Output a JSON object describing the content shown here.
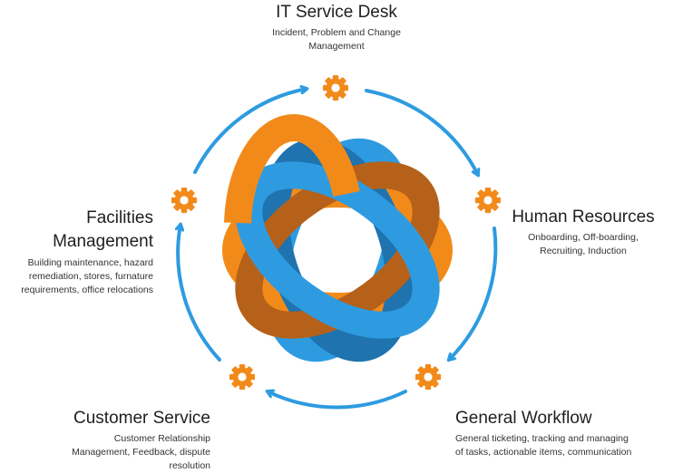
{
  "colors": {
    "accent_blue": "#2E9BE0",
    "accent_blue_dark": "#1F73AE",
    "accent_orange": "#F28A1A",
    "accent_orange_dark": "#B5611A",
    "arrow": "#2E9BE0",
    "gear": "#F28A1A"
  },
  "icons": {
    "gear": "gear-icon",
    "arrow": "curved-arrow",
    "logo": "interlocking-rings-logo"
  },
  "nodes": {
    "it": {
      "title": "IT Service Desk",
      "desc_line1": "Incident, Problem and Change",
      "desc_line2": "Management"
    },
    "hr": {
      "title": "Human Resources",
      "desc_line1": "Onboarding, Off-boarding,",
      "desc_line2": "Recruiting, Induction"
    },
    "gw": {
      "title": "General Workflow",
      "desc_line1": "General ticketing, tracking and managing",
      "desc_line2": "of tasks, actionable items, communication"
    },
    "cs": {
      "title": "Customer Service",
      "desc_line1": "Customer Relationship",
      "desc_line2": "Management, Feedback, dispute",
      "desc_line3": "resolution"
    },
    "fm": {
      "title_line1": "Facilities",
      "title_line2": "Management",
      "desc_line1": "Building maintenance, hazard",
      "desc_line2": "remediation, stores, furnature",
      "desc_line3": "requirements, office relocations"
    }
  }
}
